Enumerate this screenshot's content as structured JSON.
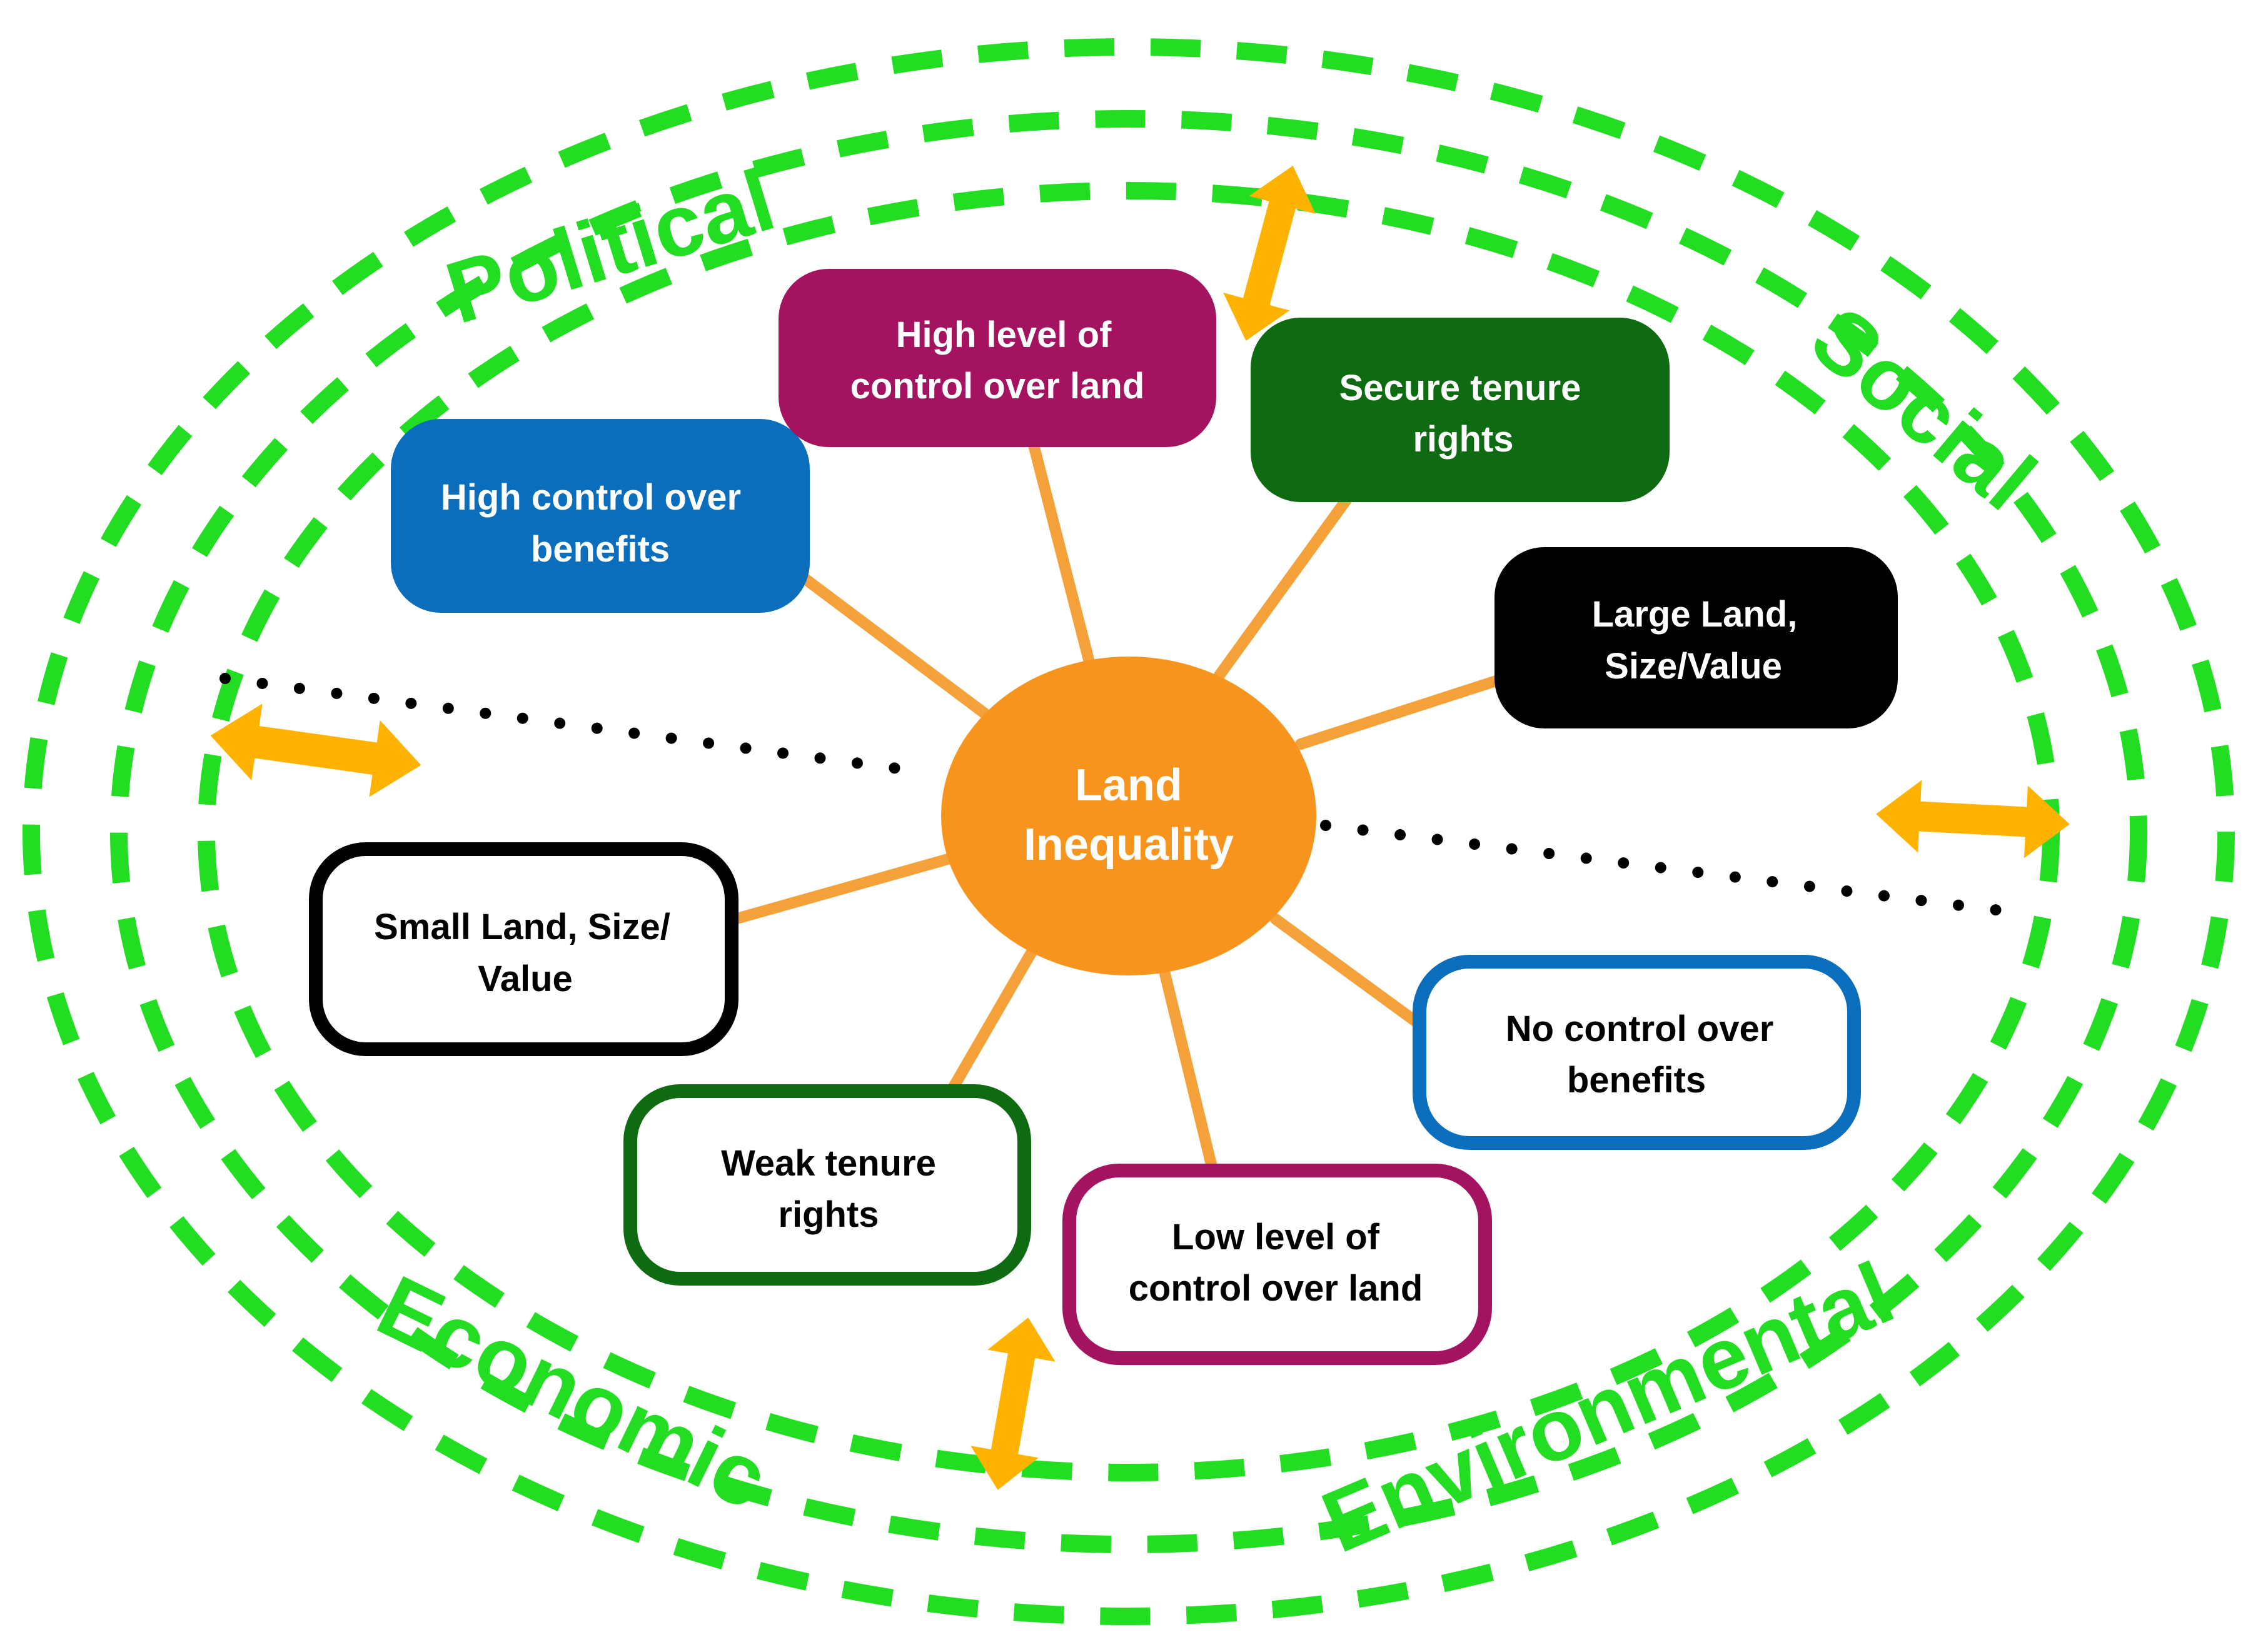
{
  "center": {
    "line1": "Land",
    "line2": "Inequality"
  },
  "dimensions": {
    "political": "Political",
    "social": "Social",
    "economic": "Economic",
    "environmental": "Environmental"
  },
  "boxes": {
    "high_control_benefits": {
      "line1": "High control over",
      "line2": "benefits"
    },
    "high_level_control_land": {
      "line1": "High level of",
      "line2": "control over land"
    },
    "secure_tenure": {
      "line1": "Secure tenure",
      "line2": "rights"
    },
    "large_land": {
      "line1": "Large Land,",
      "line2": "Size/Value"
    },
    "small_land": {
      "line1": "Small Land, Size/",
      "line2": "Value"
    },
    "weak_tenure": {
      "line1": "Weak tenure",
      "line2": "rights"
    },
    "low_level_control_land": {
      "line1": "Low level of",
      "line2": "control over land"
    },
    "no_control_benefits": {
      "line1": "No control over",
      "line2": "benefits"
    }
  },
  "colors": {
    "ring_green": "#22dd22",
    "spoke_orange": "#f5a13a",
    "center_orange": "#f7941d",
    "arrow_yellow": "#ffb300",
    "blue": "#0a6ebd",
    "purple": "#a3135f",
    "dark_green": "#0e6b12",
    "black": "#000000"
  }
}
